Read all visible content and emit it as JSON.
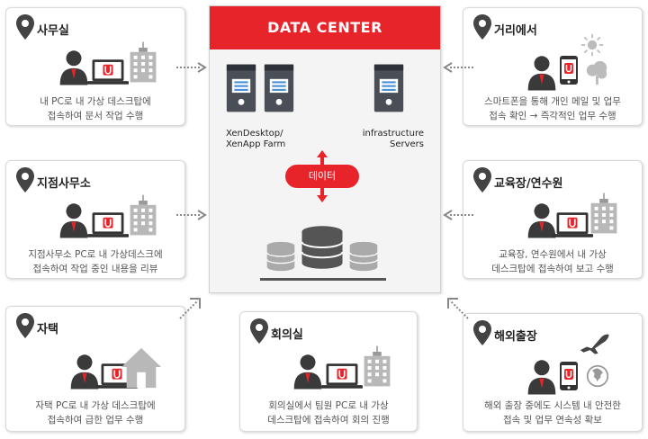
{
  "data_center": {
    "title": "DATA CENTER",
    "xen_label_1": "XenDesktop/",
    "xen_label_2": "XenApp Farm",
    "infra_label_1": "infrastructure",
    "infra_label_2": "Servers",
    "data_pill": "데이터"
  },
  "locations": {
    "office": {
      "title": "사무실",
      "desc1": "내 PC로 내 가상 데스크탑에",
      "desc2": "접속하여 문서 작업 수행"
    },
    "branch": {
      "title": "지점사무소",
      "desc1": "지점사무소 PC로 내 가상데스크에",
      "desc2": "접속하여 작업 중인 내용을 리뷰"
    },
    "home": {
      "title": "자택",
      "desc1": "자택 PC로 내 가상 데스크탑에",
      "desc2": "접속하여 급한 업무 수행"
    },
    "meeting": {
      "title": "회의실",
      "desc1": "회의실에서 팀원 PC로 내 가상",
      "desc2": "데스크탑에 접속하여 회의 진행"
    },
    "street": {
      "title": "거리에서",
      "desc1": "스마트폰을 통해 개인 메일 및 업무",
      "desc2": "접속 확인 → 즉각적인 업무 수행"
    },
    "training": {
      "title": "교육장/연수원",
      "desc1": "교육장, 연수원에서 내 가상",
      "desc2": "데스크탑에 접속하여 보고 수행"
    },
    "overseas": {
      "title": "해외출장",
      "desc1": "해외 출장 중에도 시스템 내 안전한",
      "desc2": "접속 및 업무 연속성 확보"
    }
  },
  "colors": {
    "accent": "#e8242b",
    "person": "#444444",
    "building": "#b8b8b8"
  },
  "icons": [
    "location-pin-icon",
    "person-icon",
    "laptop-icon",
    "building-icon",
    "house-icon",
    "smartphone-icon",
    "sun-icon",
    "tree-icon",
    "airplane-icon",
    "globe-icon",
    "server-icon",
    "database-icon"
  ]
}
